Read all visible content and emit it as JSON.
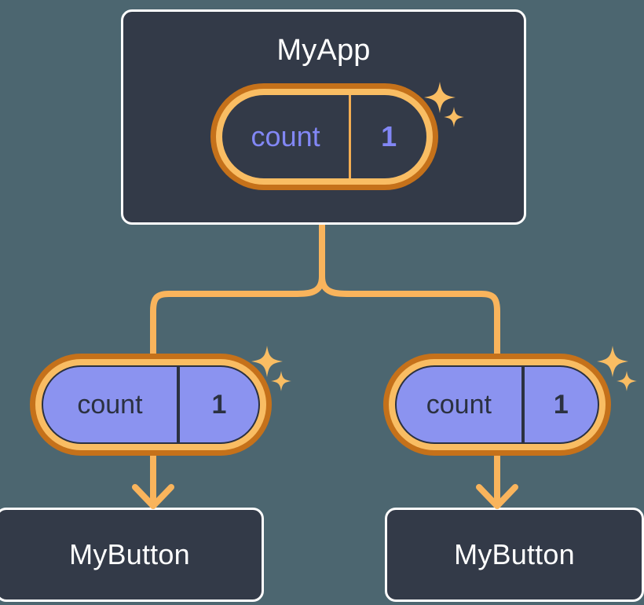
{
  "diagram": {
    "title": "react state propagation tree",
    "background_color": "#4c6670",
    "accent_color": "#f4ad52",
    "type": "component-tree"
  },
  "nodes": {
    "root": {
      "label": "MyApp",
      "box_fill": "#333a48",
      "box_border": "#ffffff",
      "state": {
        "key": "count",
        "value": "1",
        "key_color": "#8287f5",
        "value_color": "#8287f5",
        "fill": "#333a48",
        "ring_outer": "#c5711a",
        "ring_inner": "#f9bd63",
        "highlighted": true
      }
    },
    "children": [
      {
        "label": "MyButton",
        "box_fill": "#333a48",
        "box_border": "#ffffff",
        "state": {
          "key": "count",
          "value": "1",
          "key_color": "#2b3140",
          "value_color": "#2b3140",
          "fill": "#8b93f0",
          "ring_outer": "#c5711a",
          "ring_inner": "#f9bd63",
          "highlighted": true
        }
      },
      {
        "label": "MyButton",
        "box_fill": "#333a48",
        "box_border": "#ffffff",
        "state": {
          "key": "count",
          "value": "1",
          "key_color": "#2b3140",
          "value_color": "#2b3140",
          "fill": "#8b93f0",
          "ring_outer": "#c5711a",
          "ring_inner": "#f9bd63",
          "highlighted": true
        }
      }
    ]
  },
  "connectors": {
    "color": "#f9b45c",
    "stroke_width": 8,
    "arrowheads": 2,
    "split_from": "root",
    "split_to": [
      "child-left",
      "child-right"
    ]
  },
  "sparkles": {
    "color": "#f9bd63",
    "groups": [
      {
        "at": "root-state",
        "count": 2
      },
      {
        "at": "child-left-state",
        "count": 2
      },
      {
        "at": "child-right-state",
        "count": 2
      }
    ]
  }
}
